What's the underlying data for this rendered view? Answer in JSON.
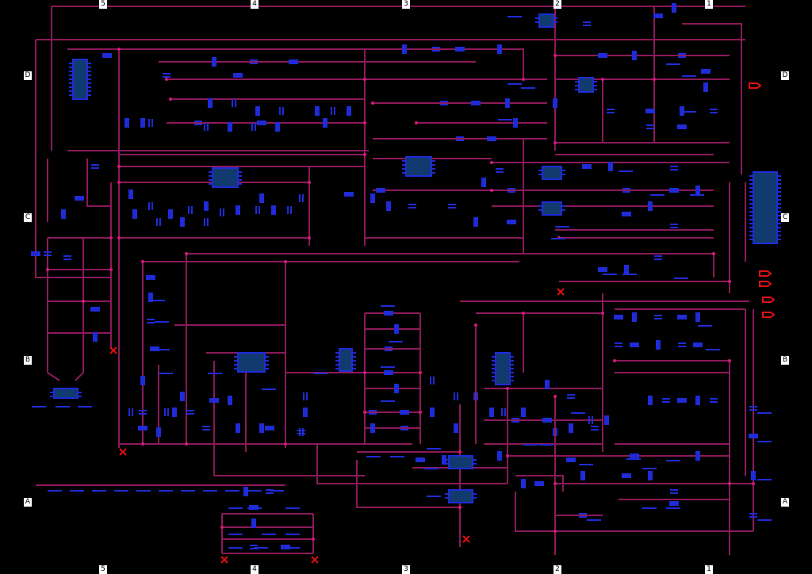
{
  "sheet": {
    "top_zones": [
      "5",
      "4",
      "3",
      "2",
      "1"
    ],
    "bottom_zones": [
      "5",
      "4",
      "3",
      "2",
      "1"
    ],
    "left_zones": [
      "D",
      "C",
      "B",
      "A"
    ],
    "right_zones": [
      "D",
      "C",
      "B",
      "A"
    ]
  },
  "colors": {
    "background": "#000000",
    "wire": "#8b1a5a",
    "component": "#1f2bd6",
    "ic_fill": "#113a6e",
    "junction": "#d6187c",
    "off_sheet": "#e01010",
    "zone_box": "#ffffff"
  }
}
